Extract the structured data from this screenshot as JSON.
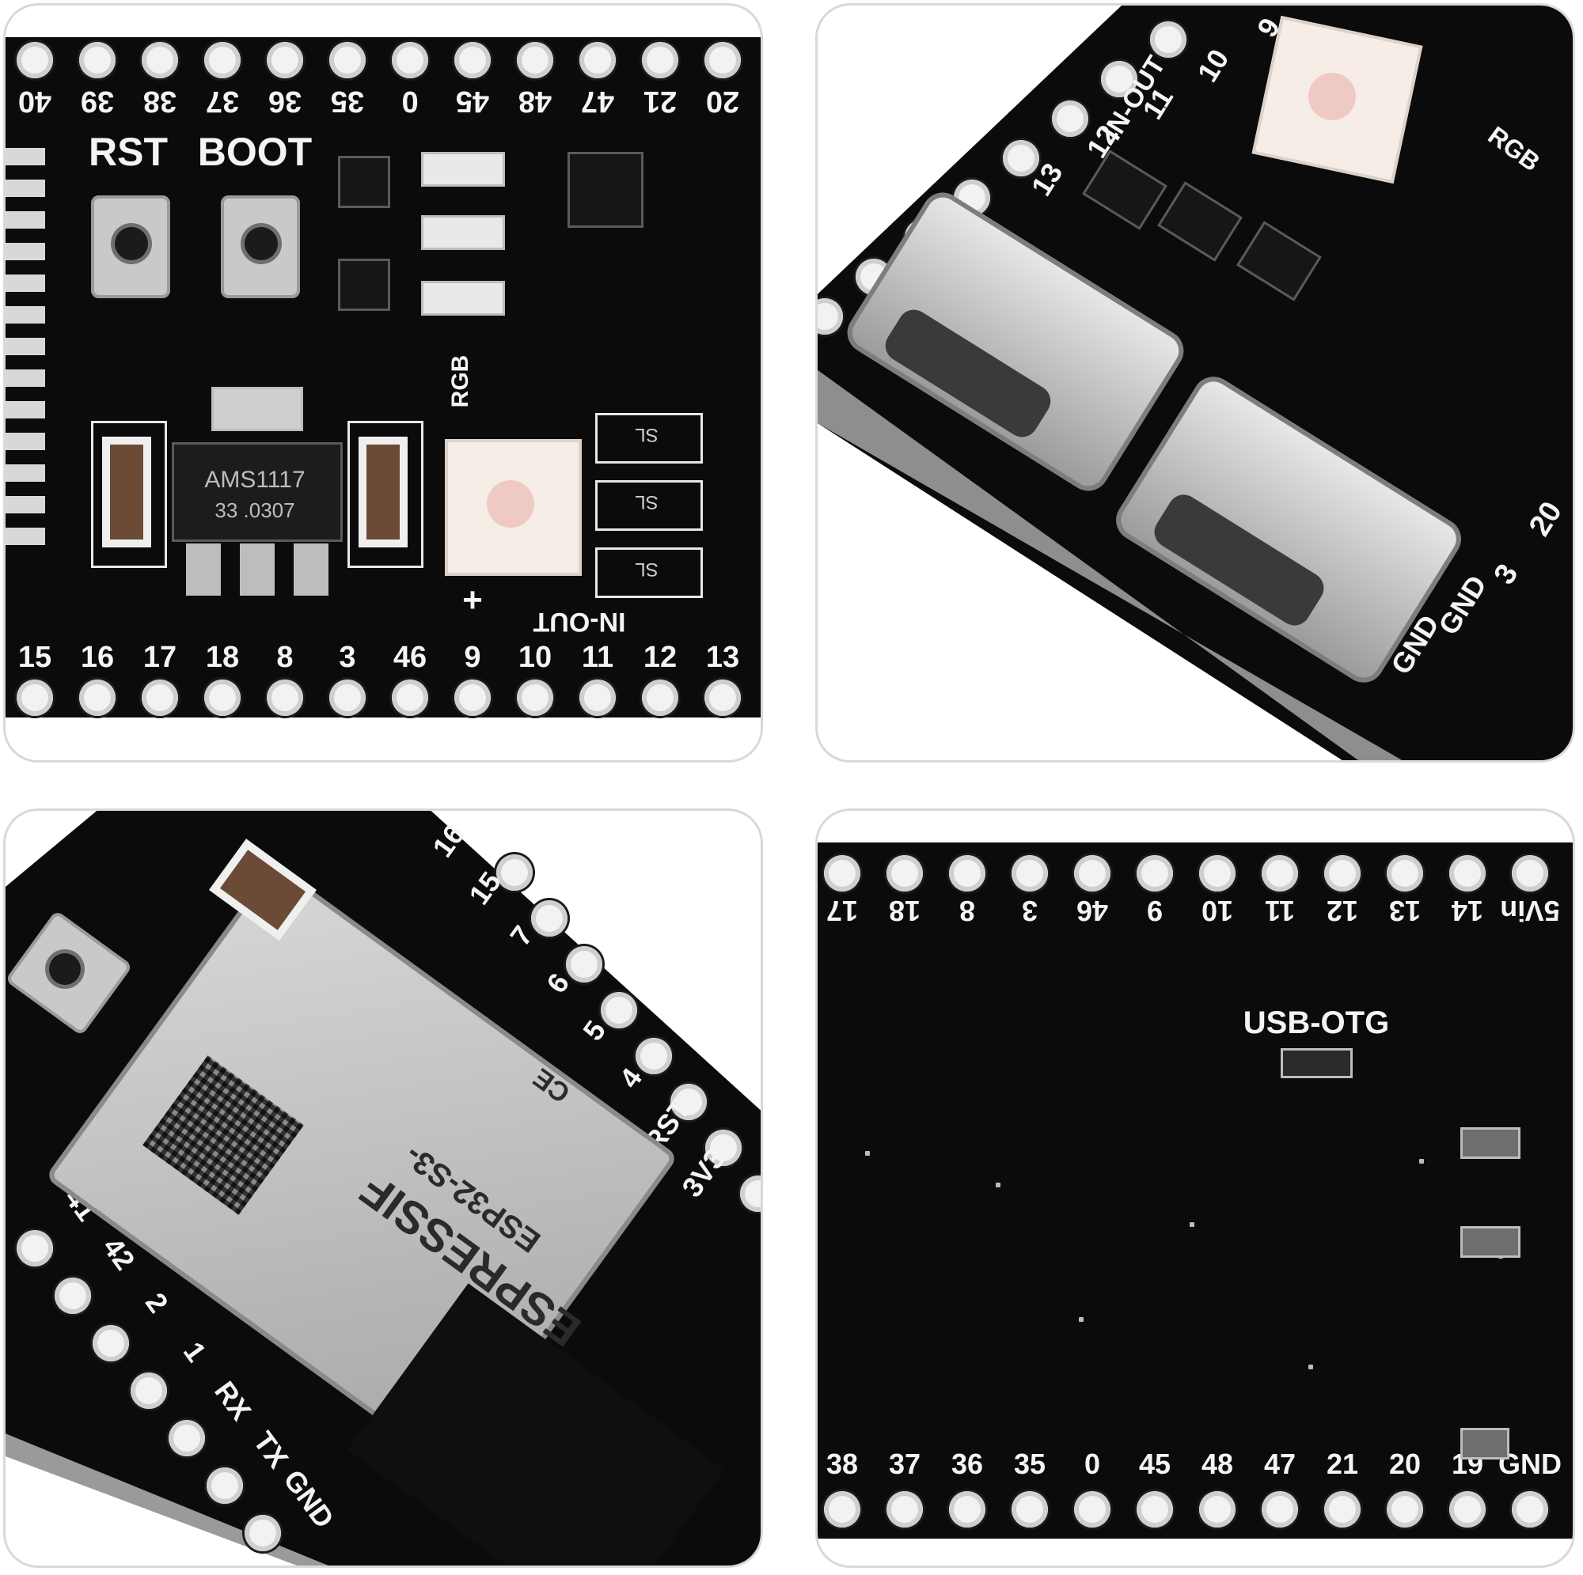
{
  "panel1": {
    "top_pins": [
      "40",
      "39",
      "38",
      "37",
      "36",
      "35",
      "0",
      "45",
      "48",
      "47",
      "21",
      "20"
    ],
    "bottom_pins": [
      "15",
      "16",
      "17",
      "18",
      "8",
      "3",
      "46",
      "9",
      "10",
      "11",
      "12",
      "13"
    ],
    "rst_label": "RST",
    "boot_label": "BOOT",
    "regulator_line1": "AMS1117",
    "regulator_line2": "33  .0307",
    "rgb_label": "RGB",
    "in_out_label": "IN-OUT",
    "plus_label": "+",
    "diode_label": "SL"
  },
  "panel2": {
    "pins": [
      "9",
      "10",
      "11",
      "12",
      "13"
    ],
    "in_out_label": "IN-OUT",
    "plus_label": "+",
    "rgb_label": "RGB",
    "pin_20": "20",
    "pin_3": "3",
    "gnd_label": "GND",
    "gnd_label2": "GND"
  },
  "panel3": {
    "right_pins": [
      "16",
      "15",
      "7",
      "6",
      "5",
      "4",
      "RST",
      "3V3"
    ],
    "left_pins": [
      "41",
      "42",
      "2",
      "1",
      "RX",
      "TX",
      "GND"
    ],
    "module_brand": "ESPRESSIF",
    "module_model": "ESP32-S3-",
    "module_ce": "CE"
  },
  "panel4": {
    "top_pins": [
      "17",
      "18",
      "8",
      "3",
      "46",
      "9",
      "10",
      "11",
      "12",
      "13",
      "14",
      "5Vin"
    ],
    "bottom_pins": [
      "38",
      "37",
      "36",
      "35",
      "0",
      "45",
      "48",
      "47",
      "21",
      "20",
      "19",
      "GND"
    ],
    "usb_otg_label": "USB-OTG"
  }
}
